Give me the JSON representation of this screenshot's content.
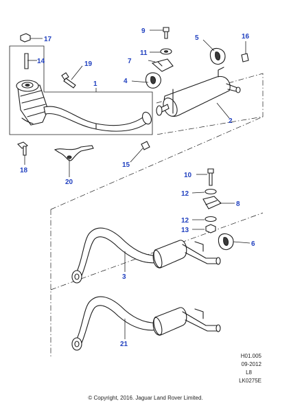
{
  "colors": {
    "callout": "#1f3fbf",
    "line": "#1a1a1a"
  },
  "callouts": [
    {
      "id": "p1",
      "label": "1"
    },
    {
      "id": "p2",
      "label": "2"
    },
    {
      "id": "p3",
      "label": "3"
    },
    {
      "id": "p4",
      "label": "4"
    },
    {
      "id": "p5",
      "label": "5"
    },
    {
      "id": "p6",
      "label": "6"
    },
    {
      "id": "p7",
      "label": "7"
    },
    {
      "id": "p8",
      "label": "8"
    },
    {
      "id": "p9",
      "label": "9"
    },
    {
      "id": "p10",
      "label": "10"
    },
    {
      "id": "p11",
      "label": "11"
    },
    {
      "id": "p12a",
      "label": "12"
    },
    {
      "id": "p12b",
      "label": "12"
    },
    {
      "id": "p13",
      "label": "13"
    },
    {
      "id": "p14",
      "label": "14"
    },
    {
      "id": "p15",
      "label": "15"
    },
    {
      "id": "p16",
      "label": "16"
    },
    {
      "id": "p17",
      "label": "17"
    },
    {
      "id": "p18",
      "label": "18"
    },
    {
      "id": "p19",
      "label": "19"
    },
    {
      "id": "p20",
      "label": "20"
    },
    {
      "id": "p21",
      "label": "21"
    }
  ],
  "reference": {
    "code": "H01.005",
    "date": "09-2012",
    "model": "L8",
    "drawing": "LK0275E"
  },
  "copyright": "© Copyright, 2016. Jaguar Land Rover Limited."
}
